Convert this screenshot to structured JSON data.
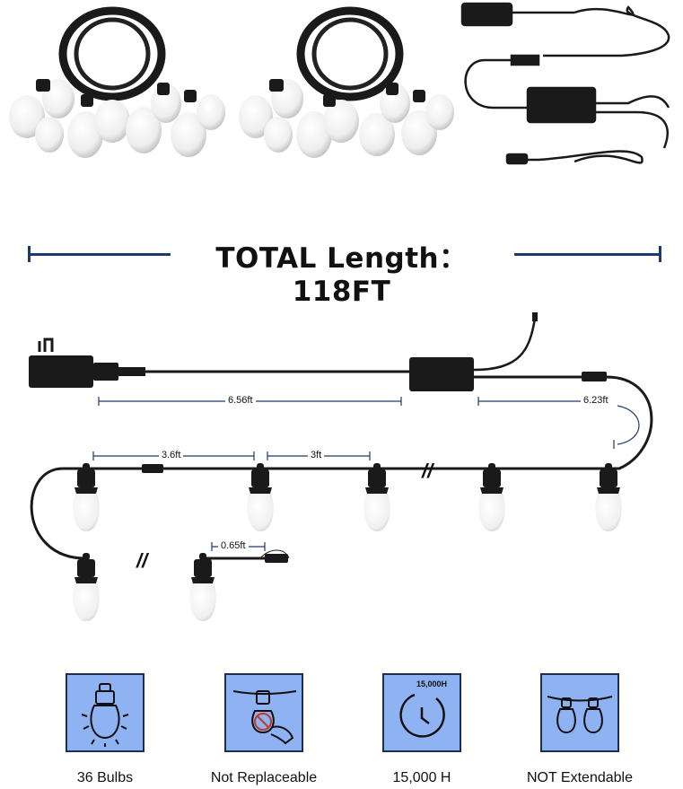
{
  "title": "TOTAL Length：118FT",
  "dimensions": {
    "adapter_to_controller": "6.56ft",
    "controller_to_first_bulb": "6.23ft",
    "bulb_spacing_first": "3.6ft",
    "bulb_spacing": "3ft",
    "end_lead": "0.65ft"
  },
  "break_marks": [
    "//",
    "//"
  ],
  "features": [
    {
      "label": "36 Bulbs",
      "icon": "bulb-icon"
    },
    {
      "label": "Not Replaceable",
      "icon": "no-replace-bulb-icon"
    },
    {
      "label": "15,000 H",
      "icon": "clock-icon",
      "badge": "15,000H"
    },
    {
      "label": "NOT Extendable",
      "icon": "string-lights-icon"
    }
  ],
  "colors": {
    "title_line": "#1d3a6b",
    "feature_bg": "#8fb2f2",
    "feature_border": "#1b2f52",
    "cable": "#111111"
  }
}
